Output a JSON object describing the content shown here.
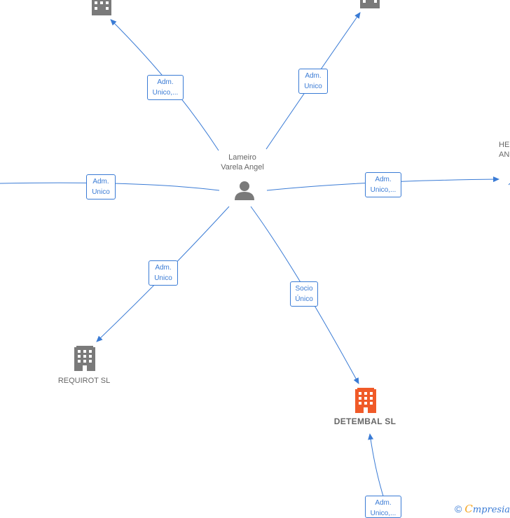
{
  "colors": {
    "edge": "#3a7bd5",
    "building": "#7a7a7a",
    "building_main": "#f05a28",
    "person": "#7a7a7a",
    "label": "#666666"
  },
  "center": {
    "name_line1": "Lameiro",
    "name_line2": "Varela Angel",
    "icon": "person-icon"
  },
  "nodes": {
    "requirot": {
      "label": "REQUIROT SL",
      "icon": "building-icon"
    },
    "detembal": {
      "label": "DETEMBAL  SL",
      "icon": "building-icon"
    },
    "right_partial": {
      "line1": "HE",
      "line2": "AN"
    }
  },
  "edges": {
    "top_left": {
      "line1": "Adm.",
      "line2": "Unico,..."
    },
    "top_right": {
      "line1": "Adm.",
      "line2": "Unico"
    },
    "left": {
      "line1": "Adm.",
      "line2": "Unico"
    },
    "right": {
      "line1": "Adm.",
      "line2": "Unico,..."
    },
    "bottom_left": {
      "line1": "Adm.",
      "line2": "Unico"
    },
    "bottom_center": {
      "line1": "Socio",
      "line2": "Único"
    },
    "bottom": {
      "line1": "Adm.",
      "line2": "Unico,..."
    }
  },
  "brand": {
    "copyright": "©",
    "first_letter": "C",
    "rest": "mpresia"
  }
}
